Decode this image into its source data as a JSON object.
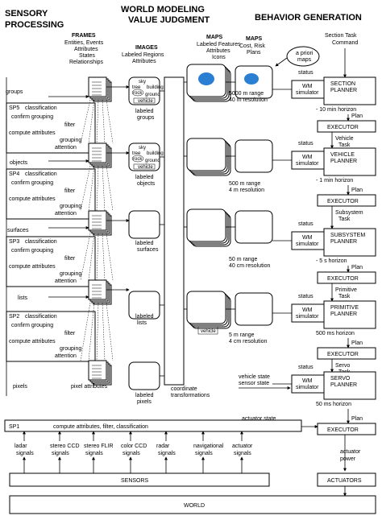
{
  "headers": {
    "sensory": [
      "SENSORY",
      "PROCESSING"
    ],
    "world": [
      "WORLD MODELING",
      "VALUE JUDGMENT"
    ],
    "behavior": "BEHAVIOR GENERATION"
  },
  "column_headers": {
    "frames": "FRAMES",
    "frames_sub": [
      "Entities, Events",
      "Attributes",
      "States",
      "Relationships"
    ],
    "images": "IMAGES",
    "images_sub": [
      "Labeled Regions",
      "Attributes"
    ],
    "maps1": "MAPS",
    "maps1_sub": [
      "Labeled Features",
      "Attributes",
      "Icons"
    ],
    "maps2": "MAPS",
    "maps2_sub": [
      "Cost, Risk",
      "Plans"
    ],
    "section_task": [
      "Section Task",
      "Command"
    ]
  },
  "sp_levels": [
    {
      "id": "SP5",
      "label": "classification"
    },
    {
      "id": "SP4",
      "label": "classification"
    },
    {
      "id": "SP3",
      "label": "classification"
    },
    {
      "id": "SP2",
      "label": "classification"
    }
  ],
  "sp_lines": {
    "confirm": "confirm grouping",
    "filter": "filter",
    "compute": "compute attributes",
    "grouping": "grouping",
    "attention": "attention"
  },
  "sp_lines_sp3": {
    "confirm": "confirm grouping",
    "filter": "filter",
    "compute": "compute attributes",
    "grouping": "grouping",
    "attention": "attention"
  },
  "flow_labels": [
    "groups",
    "objects",
    "surfaces",
    "lists",
    "pixels"
  ],
  "image_labels": [
    [
      "labeled",
      "groups"
    ],
    [
      "labeled",
      "objects"
    ],
    [
      "labeled",
      "surfaces"
    ],
    [
      "labeled",
      "lists"
    ],
    [
      "labeled",
      "pixels"
    ]
  ],
  "image_words": {
    "sky": "sky",
    "tree": "tree",
    "building": "building",
    "rock": "rock",
    "ground": "ground",
    "vehicle": "vehicle"
  },
  "pixel_attributes": "pixel attributes",
  "coordinate": [
    "coordinate",
    "transformations"
  ],
  "a_priori": [
    "a priori",
    "maps"
  ],
  "map_ranges": [
    [
      "5000 m range",
      "40 m resolution"
    ],
    [
      "500 m range",
      "4 m resolution"
    ],
    [
      "50 m range",
      "40 cm resolution"
    ],
    [
      "5 m range",
      "4 cm resolution"
    ]
  ],
  "vehicle_state": [
    "vehicle state",
    "sensor state"
  ],
  "vehicle_tag": "vehicle",
  "planners": [
    {
      "title": [
        "SECTION",
        "PLANNER"
      ],
      "horizon": "- 10 min horizon"
    },
    {
      "title": [
        "VEHICLE",
        "PLANNER"
      ],
      "horizon": "- 1 min horizon"
    },
    {
      "title": [
        "SUBSYSTEM",
        "PLANNER"
      ],
      "horizon": "- 5 s horizon"
    },
    {
      "title": [
        "PRIMITIVE",
        "PLANNER"
      ],
      "horizon": "500 ms horizon"
    },
    {
      "title": [
        "SERVO",
        "PLANNER"
      ],
      "horizon": "50 ms horizon"
    }
  ],
  "wm_simulator": [
    "WM",
    "simulator"
  ],
  "executor": "EXECUTOR",
  "status": "status",
  "plan": "Plan",
  "tasks": [
    [
      "Vehicle",
      "Task"
    ],
    [
      "Subsystem",
      "Task"
    ],
    [
      "Primitive",
      "Task"
    ],
    [
      "Servo",
      "Task"
    ]
  ],
  "sp1": {
    "id": "SP1",
    "label": "compute attributes, filter, classification"
  },
  "actuator_state": "actuator state",
  "signals": [
    [
      "ladar",
      "signals"
    ],
    [
      "stereo CCD",
      "signals"
    ],
    [
      "stereo FLIR",
      "signals"
    ],
    [
      "color CCD",
      "signals"
    ],
    [
      "radar",
      "signals"
    ],
    [
      "navigational",
      "signals"
    ],
    [
      "actuator",
      "signals"
    ]
  ],
  "actuator_power": [
    "actuator",
    "power"
  ],
  "sensors": "SENSORS",
  "actuators": "ACTUATORS",
  "world": "WORLD"
}
